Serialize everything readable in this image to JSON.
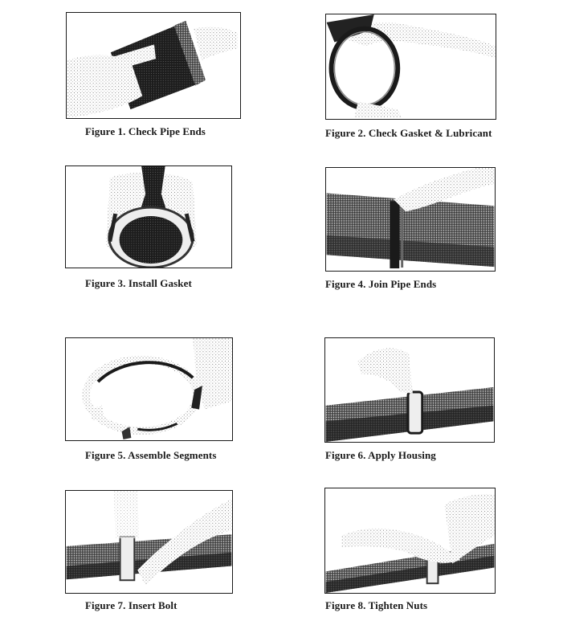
{
  "document": {
    "figures": [
      {
        "number": 1,
        "caption": "Figure 1. Check Pipe Ends",
        "illustration": "hands-holding-pipe-end-icon"
      },
      {
        "number": 2,
        "caption": "Figure 2. Check Gasket  & Lubricant",
        "illustration": "hand-holding-gasket-icon"
      },
      {
        "number": 3,
        "caption": "Figure 3. Install Gasket",
        "illustration": "hands-installing-gasket-on-pipe-icon"
      },
      {
        "number": 4,
        "caption": "Figure 4. Join Pipe Ends",
        "illustration": "hand-joining-pipe-ends-icon"
      },
      {
        "number": 5,
        "caption": "Figure 5. Assemble Segments",
        "illustration": "housing-segments-ring-icon"
      },
      {
        "number": 6,
        "caption": "Figure 6. Apply Housing",
        "illustration": "hand-applying-housing-icon"
      },
      {
        "number": 7,
        "caption": "Figure 7. Insert Bolt",
        "illustration": "hand-inserting-bolt-icon"
      },
      {
        "number": 8,
        "caption": "Figure 8. Tighten Nuts",
        "illustration": "hand-tightening-nuts-icon"
      }
    ]
  }
}
